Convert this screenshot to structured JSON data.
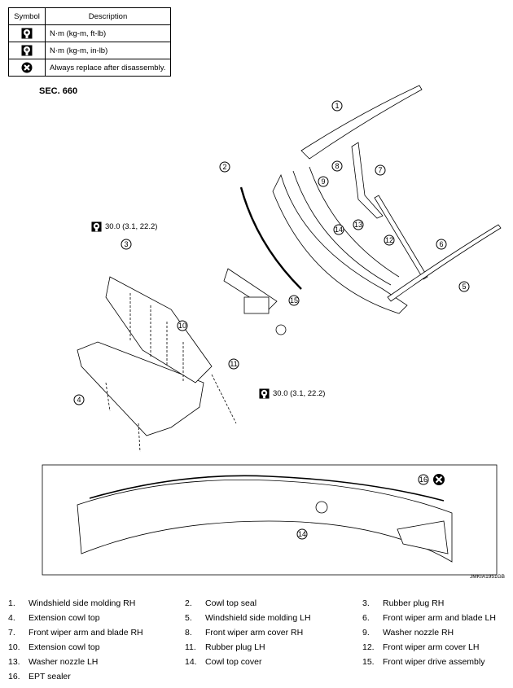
{
  "symbol_table": {
    "header_symbol": "Symbol",
    "header_description": "Description",
    "rows": [
      {
        "icon": "torque-wrench-icon",
        "description": "N·m (kg-m, ft-lb)"
      },
      {
        "icon": "torque-wrench-small-icon",
        "description": "N·m (kg-m, in-lb)"
      },
      {
        "icon": "always-replace-icon",
        "description": "Always replace after disassembly."
      }
    ]
  },
  "section_label": "SEC. 660",
  "torque_labels": {
    "upper": "30.0 (3.1, 22.2)",
    "lower": "30.0 (3.1, 22.2)"
  },
  "callouts": [
    "1",
    "2",
    "3",
    "4",
    "5",
    "6",
    "7",
    "8",
    "9",
    "10",
    "11",
    "12",
    "13",
    "14",
    "15",
    "14",
    "16"
  ],
  "image_id": "JMKIA1951GB",
  "legend": [
    [
      {
        "n": "1.",
        "t": "Windshield side molding RH"
      },
      {
        "n": "2.",
        "t": "Cowl top seal"
      },
      {
        "n": "3.",
        "t": "Rubber plug RH"
      }
    ],
    [
      {
        "n": "4.",
        "t": "Extension cowl top"
      },
      {
        "n": "5.",
        "t": "Windshield side molding LH"
      },
      {
        "n": "6.",
        "t": "Front wiper arm and blade LH"
      }
    ],
    [
      {
        "n": "7.",
        "t": "Front wiper arm and blade RH"
      },
      {
        "n": "8.",
        "t": "Front wiper arm cover RH"
      },
      {
        "n": "9.",
        "t": "Washer nozzle RH"
      }
    ],
    [
      {
        "n": "10.",
        "t": "Extension cowl top"
      },
      {
        "n": "11.",
        "t": "Rubber plug LH"
      },
      {
        "n": "12.",
        "t": "Front wiper arm cover LH"
      }
    ],
    [
      {
        "n": "13.",
        "t": "Washer nozzle LH"
      },
      {
        "n": "14.",
        "t": "Cowl top cover"
      },
      {
        "n": "15.",
        "t": "Front wiper drive assembly"
      }
    ],
    [
      {
        "n": "16.",
        "t": "EPT sealer"
      }
    ]
  ]
}
